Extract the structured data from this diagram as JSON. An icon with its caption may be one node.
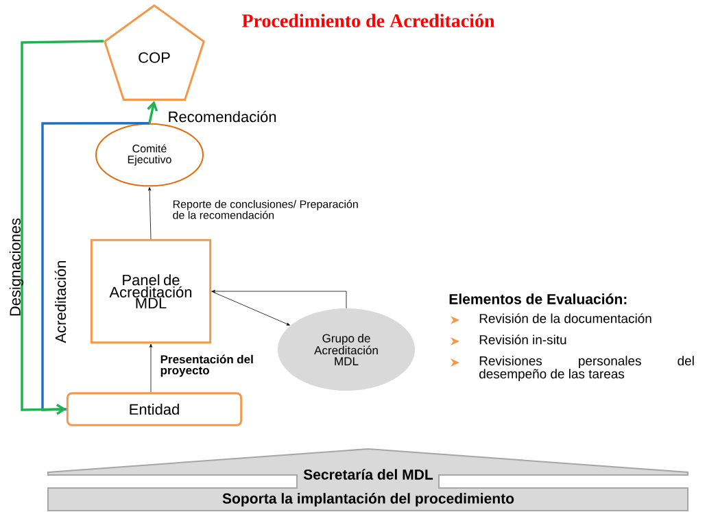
{
  "diagram": {
    "title": "Procedimiento de Acreditación",
    "nodes": [
      {
        "text": [
          "COP"
        ]
      },
      {
        "text": [
          "Comité Ejecutivo"
        ]
      },
      {
        "text": [
          "Panel de Acreditación MDL"
        ]
      },
      {
        "text": [
          "Grupo de Acreditación MDL"
        ]
      },
      {
        "text": [
          "Entidad"
        ]
      },
      {
        "text": [
          "Secretaría del MDL",
          "Soporta la implantación del procedimiento"
        ]
      }
    ],
    "edges": [
      {
        "from": 0,
        "to": 4,
        "arrow": "to",
        "label": "Designaciones",
        "style": "thick",
        "color": "#1db34e"
      },
      {
        "from": 1,
        "to": 4,
        "arrow": "none",
        "label": "Acreditación",
        "style": "thick",
        "color": "#1f6fc5"
      },
      {
        "from": 1,
        "to": 0,
        "arrow": "to",
        "label": "Recomendación",
        "style": "thick",
        "color": "#1db34e"
      },
      {
        "from": 2,
        "to": 1,
        "arrow": "to",
        "label": "Reporte de conclusiones/ Preparación de la recomendación"
      },
      {
        "from": 4,
        "to": 2,
        "arrow": "to",
        "label": "Presentación del proyecto"
      },
      {
        "from": 2,
        "to": 3,
        "arrow": "to"
      },
      {
        "from": 3,
        "to": 2,
        "arrow": "to"
      }
    ],
    "labels": [
      "Elementos de Evaluación:",
      "Revisión de la documentación",
      "Revisión in-situ",
      "Revisiones personales del desempeño de las tareas"
    ]
  }
}
